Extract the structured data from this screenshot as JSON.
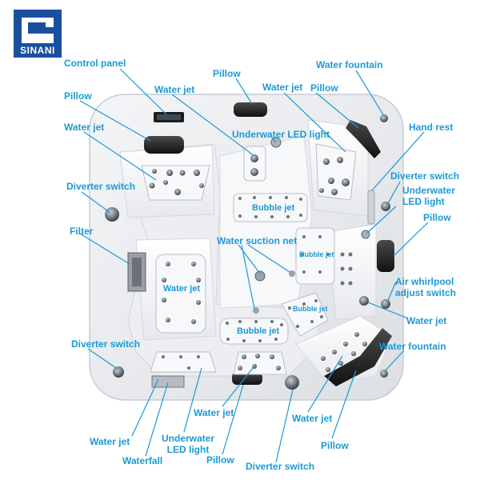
{
  "brand": {
    "logo_text": "SINANI",
    "color": "#1a4fa0"
  },
  "accent_color": "#1b9ad6",
  "labels": {
    "control_panel": "Control panel",
    "pillow_top": "Pillow",
    "water_fountain_top": "Water fountain",
    "water_jet_top": "Water jet",
    "water_jet_top2": "Water jet",
    "pillow_top2": "Pillow",
    "pillow_left": "Pillow",
    "water_jet_left": "Water jet",
    "underwater_led_top": "Underwater LED light",
    "hand_rest": "Hand rest",
    "diverter_switch_left": "Diverter switch",
    "diverter_switch_right": "Diverter switch",
    "underwater_led_right_1": "Underwater",
    "underwater_led_right_2": "LED light",
    "filter": "Filter",
    "pillow_right": "Pillow",
    "water_suction_net": "Water suction net",
    "air_whirlpool_1": "Air whirlpool",
    "air_whirlpool_2": "adjust switch",
    "water_jet_right": "Water jet",
    "diverter_switch_bottom_left": "Diverter switch",
    "water_fountain_bottom": "Water fountain",
    "water_jet_bottom_center": "Water jet",
    "water_jet_bottom_right": "Water jet",
    "water_jet_bottom_left": "Water jet",
    "underwater_led_bottom_1": "Underwater",
    "underwater_led_bottom_2": "LED light",
    "waterfall": "Waterfall",
    "pillow_bottom": "Pillow",
    "pillow_bottom_right": "Pillow",
    "diverter_switch_bottom": "Diverter switch"
  },
  "inner_labels": {
    "bubble_jet_top": "Bubble jet",
    "bubble_jet_right": "Bubble jet",
    "water_jet_center_left": "Water jet",
    "bubble_jet_lower_right": "Bubble jet",
    "bubble_jet_bottom": "Bubble jet"
  }
}
